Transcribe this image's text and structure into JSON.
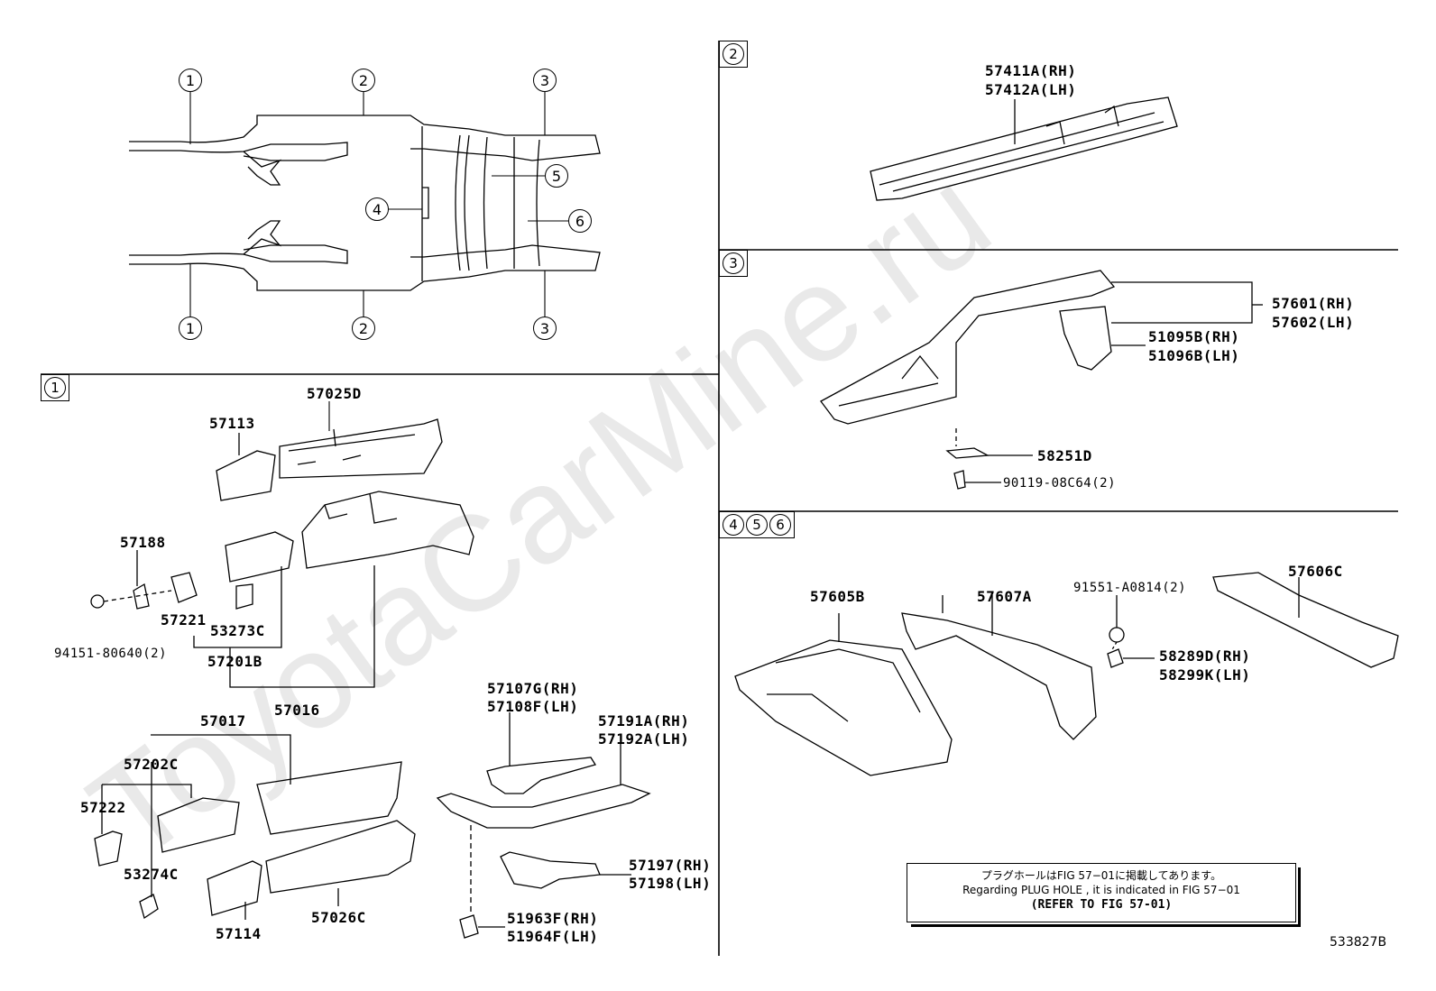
{
  "watermark": "ToyotaCarMine.ru",
  "sections": {
    "s1": [
      "1"
    ],
    "s2": [
      "2"
    ],
    "s3": [
      "3"
    ],
    "s456": [
      "4",
      "5",
      "6"
    ]
  },
  "overview": {
    "callouts_top": [
      "1",
      "2",
      "3"
    ],
    "callouts_bottom": [
      "1",
      "2",
      "3"
    ],
    "callouts_mid": [
      "4",
      "5",
      "6"
    ]
  },
  "parts": {
    "p57025D": "57025D",
    "p57113": "57113",
    "p57188": "57188",
    "p57221": "57221",
    "p53273C": "53273C",
    "p57201B": "57201B",
    "p94151": "94151-80640(2)",
    "p57016": "57016",
    "p57017": "57017",
    "p57202C": "57202C",
    "p57222": "57222",
    "p53274C": "53274C",
    "p57114": "57114",
    "p57026C": "57026C",
    "p57107G": "57107G(RH)",
    "p57108F": "57108F(LH)",
    "p57191A": "57191A(RH)",
    "p57192A": "57192A(LH)",
    "p57197": "57197(RH)",
    "p57198": "57198(LH)",
    "p51963F": "51963F(RH)",
    "p51964F": "51964F(LH)",
    "p57411A": "57411A(RH)",
    "p57412A": "57412A(LH)",
    "p57601": "57601(RH)",
    "p57602": "57602(LH)",
    "p51095B": "51095B(RH)",
    "p51096B": "51096B(LH)",
    "p58251D": "58251D",
    "p90119": "90119-08C64(2)",
    "p57605B": "57605B",
    "p57607A": "57607A",
    "p91551": "91551-A0814(2)",
    "p58289D": "58289D(RH)",
    "p58299K": "58299K(LH)",
    "p57606C": "57606C"
  },
  "note": {
    "line1": "プラグホールはFIG 57−01に掲載してあります。",
    "line2": "Regarding  PLUG  HOLE , it is indicated in  FIG  57−01",
    "line3": "(REFER TO FIG 57-01)"
  },
  "figure_id": "533827B"
}
